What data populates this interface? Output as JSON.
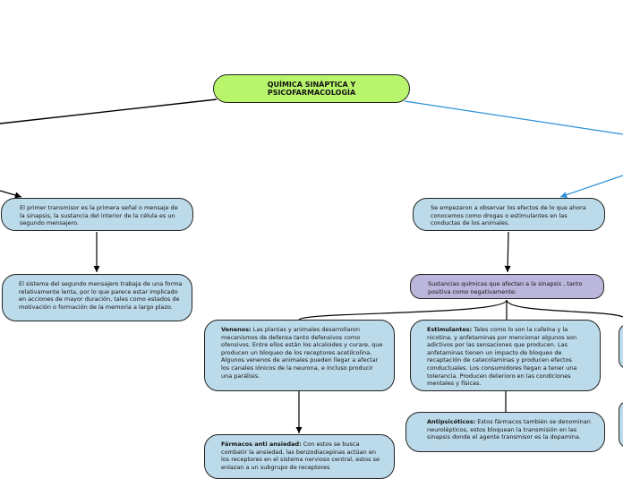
{
  "map": {
    "title": "QUÍMICA SINÁPTICA Y PSICOFARMACOLOGÍA",
    "nodes": {
      "primer_transmisor": "El primer transmisor es la primera señal o mensaje de la sinapsis, la sustancia del interior de la célula es un segundo mensajero.",
      "segundo_mensajero": "El sistema del segundo mensajero trabaja de una forma relativamente lenta, por lo que parece estar implicado en acciones de mayor duración, tales como estados de motivación o formación de la memoria a largo plazo.",
      "efectos_drogas": "Se empezaron a observar los efectos de lo que ahora conocemos como drogas o estimulantes en las conductas de los animales.",
      "sustancias": "Sustancias químicas que afectan a la sinapsis , tanto positiva como negativamente:",
      "venenos": {
        "heading": "Venenos:",
        "text": " Las plantas y animales desarrollaron mecanismos de defensa tanto defensivos como ofensivos. Entre ellos están los alcaloides y curare, que producen un bloqueo de los receptores acetilcolina. Algunos venenos de animales pueden llegar a afectar los canales iónicos de la neurona, e incluso producir una parálisis."
      },
      "estimulantes": {
        "heading": "Estimulantes:",
        "text": " Tales como lo son la cafeína y la nicotina, y anfetaminas por mencionar algunos son adictivos por las sensaciones que producen. Las anfetaminas tienen un impacto de bloqueo de recaptación de catecolaminas y producen efectos conductuales. Los consumidores llegan a tener una tolerancia. Producen deterioro en las condiciones mentales y físicas."
      },
      "antipsicoticos": {
        "heading": "Antipsicóticos:",
        "text": " Estos fármacos también se denominan neurolépticos, estos bloquean la transmisión en las sinapsis donde el agente transmisor es la dopamina."
      },
      "ansiedad": {
        "heading": "Fármacos anti ansiedad:",
        "text": " Con estos se busca combatir la ansiedad, las benzodiacepinas actúan en los receptores en el sistema nervioso central, estos se enlazan a un subgrupo de receptores"
      }
    },
    "colors": {
      "main_node": "#b8f56c",
      "blue_node": "#bcdbea",
      "purple_node": "#bbb7dc",
      "connector": "#000000",
      "blue_connector": "#2a8fd6"
    }
  }
}
